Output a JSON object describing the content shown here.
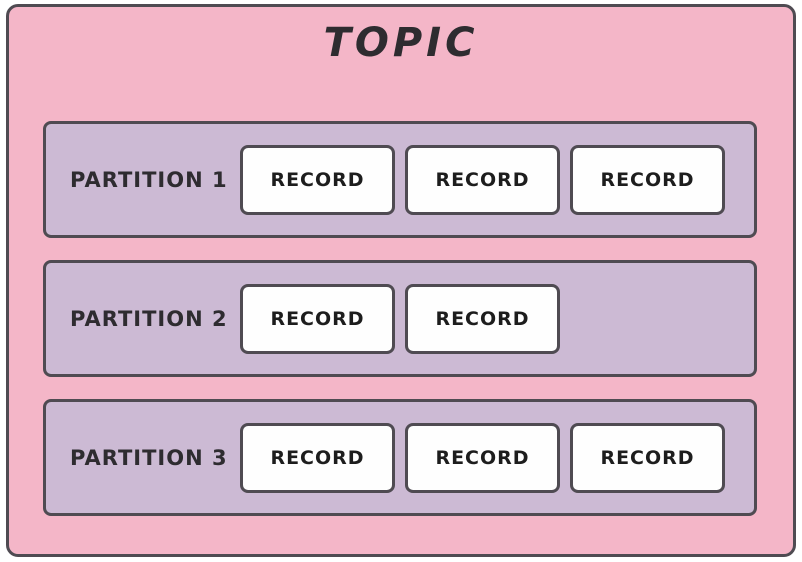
{
  "topic": {
    "title": "TOPIC"
  },
  "partitions": [
    {
      "label": "PARTITION 1",
      "records": [
        "RECORD",
        "RECORD",
        "RECORD"
      ]
    },
    {
      "label": "PARTITION 2",
      "records": [
        "RECORD",
        "RECORD"
      ]
    },
    {
      "label": "PARTITION 3",
      "records": [
        "RECORD",
        "RECORD",
        "RECORD"
      ]
    }
  ],
  "colors": {
    "topic_bg": "#f4b6c8",
    "partition_bg": "#ccbad4",
    "record_bg": "#fefefe",
    "border": "#4f4b52",
    "text": "#2e2c30"
  }
}
